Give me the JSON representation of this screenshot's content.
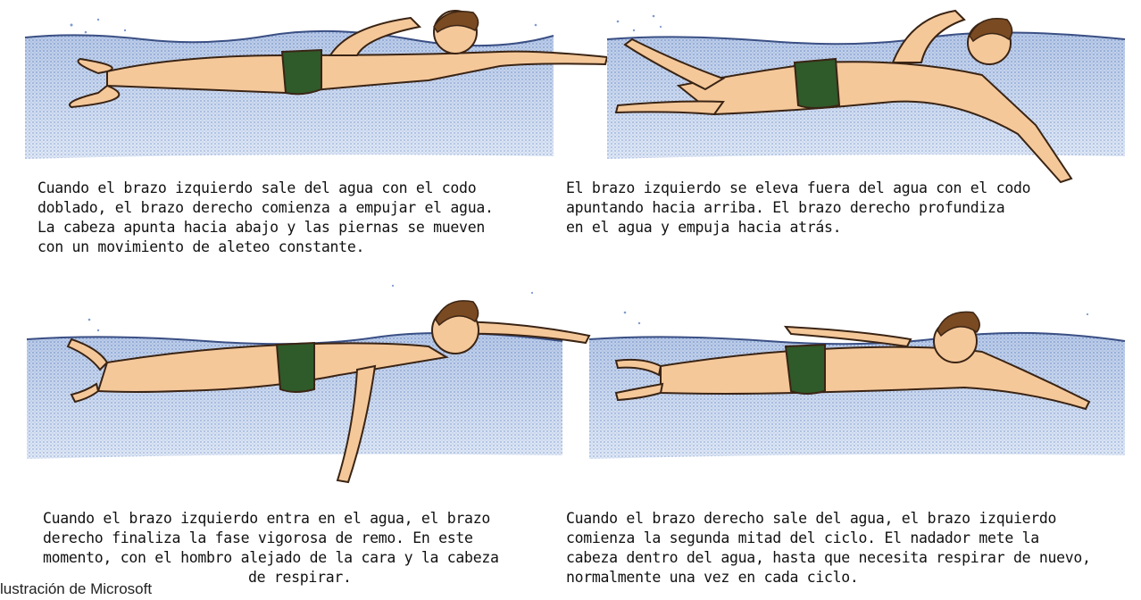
{
  "panels": [
    {
      "caption": [
        "Cuando el brazo izquierdo sale del agua con el codo",
        "doblado, el brazo derecho comienza a empujar el agua.",
        "La cabeza apunta hacia abajo y las piernas se mueven",
        "con un movimiento de aleteo constante."
      ]
    },
    {
      "caption": [
        "El brazo izquierdo se eleva fuera del agua con el codo",
        "apuntando hacia arriba. El brazo derecho profundiza",
        "en el agua y empuja hacia atrás."
      ]
    },
    {
      "caption": [
        "Cuando el brazo izquierdo entra en el agua, el brazo",
        "derecho finaliza la fase vigorosa de remo. En este",
        "momento, con el hombro alejado de la cara y la cabeza",
        "de respirar."
      ]
    },
    {
      "caption": [
        "Cuando el brazo derecho sale del agua, el brazo izquierdo",
        "comienza la segunda mitad del ciclo. El nadador mete la",
        "cabeza dentro del agua, hasta que necesita respirar de nuevo,",
        "normalmente una vez en cada ciclo."
      ]
    }
  ],
  "credit": "lustración de Microsoft",
  "colors": {
    "water_top": "#8fa9d6",
    "water_bottom": "#e4ecf7",
    "skin": "#f5c89a",
    "swimsuit": "#2f5a2a",
    "hair": "#7a4a22",
    "outline": "#3a2414"
  }
}
